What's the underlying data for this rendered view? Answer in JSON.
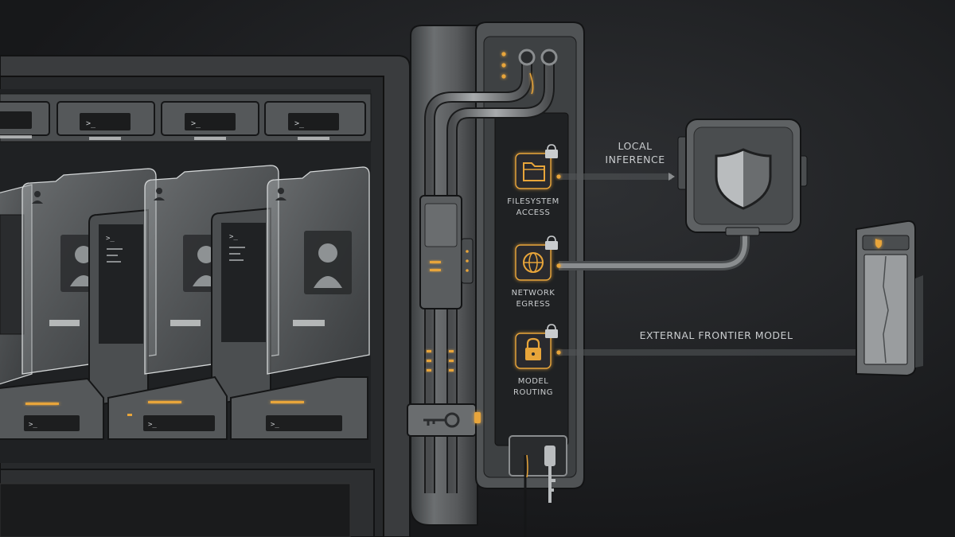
{
  "scene": {
    "gates": [
      {
        "id": "filesystem",
        "icon": "folder-icon",
        "label_lines": [
          "FILESYSTEM",
          "ACCESS"
        ]
      },
      {
        "id": "network",
        "icon": "globe-icon",
        "label_lines": [
          "NETWORK",
          "EGRESS"
        ]
      },
      {
        "id": "model",
        "icon": "padlock-icon",
        "label_lines": [
          "MODEL",
          "ROUTING"
        ]
      }
    ],
    "routes": {
      "local_inference": [
        "LOCAL",
        "INFERENCE"
      ],
      "external_frontier": "EXTERNAL FRONTIER MODEL"
    },
    "terminal_prompt": ">_",
    "colors": {
      "background": "#1d1e20",
      "metal": "#5d6062",
      "panel": "#242628",
      "accent": "#e8a53a",
      "label": "#c9ccce"
    }
  }
}
